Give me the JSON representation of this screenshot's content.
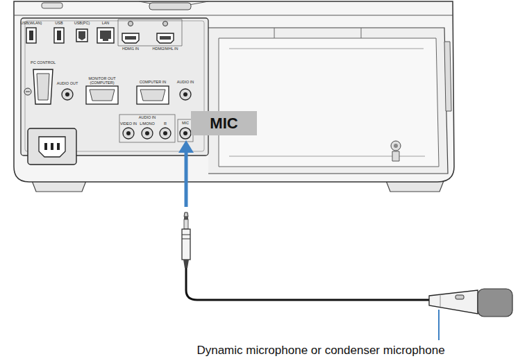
{
  "diagram": {
    "nodes": [
      {
        "text": [
          "MIC"
        ]
      }
    ],
    "labels": [
      "USB(WLAN)",
      "USB",
      "USB(PC)",
      "LAN",
      "HDMI1 IN",
      "HDMI2/MHL IN",
      "PC CONTROL",
      "AUDIO OUT",
      "MONITOR OUT (COMPUTER)",
      "COMPUTER IN",
      "AUDIO IN",
      "AUDIO IN",
      "VIDEO IN",
      "L/MONO",
      "R",
      "MIC",
      "Dynamic microphone or condenser microphone"
    ]
  }
}
